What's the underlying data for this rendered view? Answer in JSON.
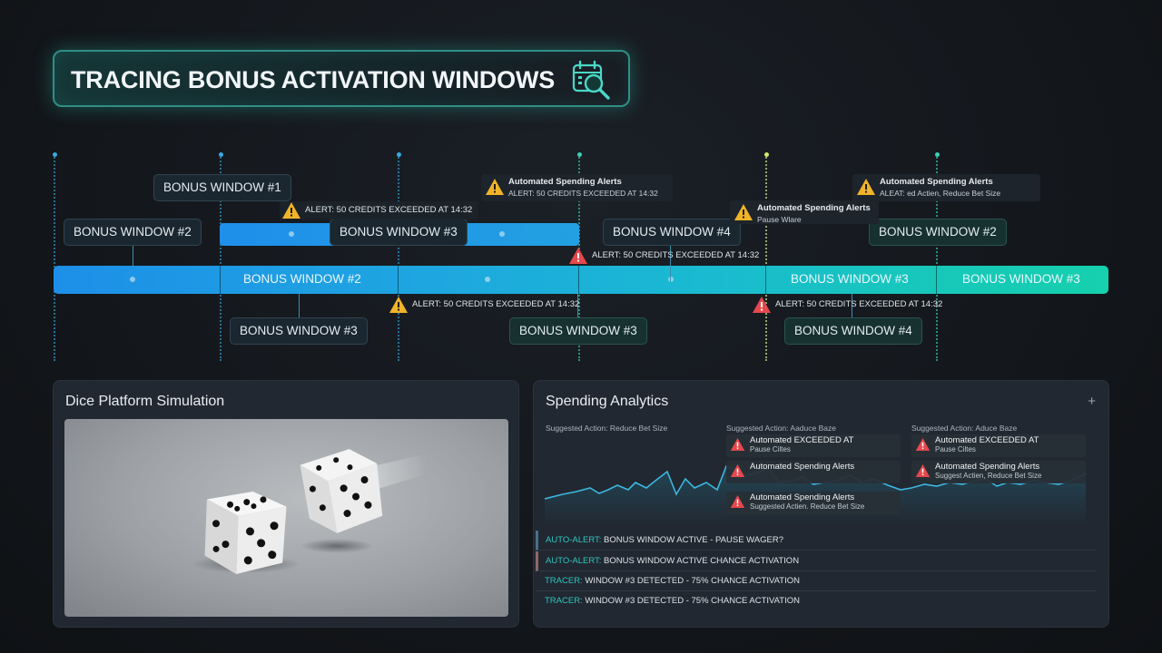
{
  "title": "TRACING BONUS ACTIVATION WINDOWS",
  "title_icon": "calendar-search-icon",
  "colors": {
    "accent_teal": "#2f8f85",
    "track_start": "#1d8fe8",
    "track_end": "#16d0ad",
    "alert_yellow": "#f0b429",
    "alert_red": "#e5484d"
  },
  "timeline": {
    "track_labels": [
      "BONUS WINDOW #2",
      "BONUS WINDOW #3",
      "BONUS WINDOW #3"
    ],
    "upper_pills": [
      "BONUS WINDOW #1",
      "BONUS WINDOW #2",
      "BONUS WINDOW #3",
      "BONUS WINDOW #4",
      "BONUS WINDOW #2"
    ],
    "lower_pills": [
      "BONUS WINDOW #3",
      "BONUS WINDOW #3",
      "BONUS WINDOW #4"
    ],
    "alerts": {
      "alert_1": "ALERT: 50 CREDITS EXCEEDED AT 14:32",
      "alert_2": "ALERT: 50 CREDITS EXCEEDED AT 14:32",
      "alert_3": "ALERT: 50 CREDITS EXCEEDED AT 14:32",
      "alert_4": "ALERT: 50 CREDITS EXCEEDED AT 14:32",
      "box_1": {
        "title": "Automated Spending Alerts",
        "body": "ALERT: 50 CREDITS EXCEEDED AT 14:32"
      },
      "box_2": {
        "title": "Automated Spending Alerts",
        "body": "Pause Wlare"
      },
      "box_3": {
        "title": "Automated Spending Alerts",
        "body": "ALEAT: ed Actien, Reduce Bet Size"
      }
    }
  },
  "dice_panel": {
    "title": "Dice Platform Simulation"
  },
  "analytics_panel": {
    "title": "Spending Analytics",
    "add_icon": "plus-icon",
    "add_symbol": "+",
    "col_labels": [
      "Suggested Action: Reduce Bet Size",
      "Suggested Action: Aaduce Baze",
      "Suggested Action: Aduce Baze"
    ],
    "mini_alerts": [
      {
        "title": "Automated EXCEEDED AT",
        "body": "Pause Ciltes"
      },
      {
        "title": "Automated Spending Alerts",
        "body": ""
      },
      {
        "title": "Automated Spending Alerts",
        "body": "Suggested Actien. Reduce Bet Size"
      },
      {
        "title": "Automated EXCEEDED AT",
        "body": "Pause Ciltes"
      },
      {
        "title": "Automated Spending Alerts",
        "body": "Suggest Actien, Reduce Bet Size"
      }
    ],
    "log": [
      {
        "tag": "AUTO-ALERT:",
        "text": " BONUS WINDOW ACTIVE - PAUSE WAGER?"
      },
      {
        "tag": "AUTO-ALERT:",
        "text": " BONUS WINDOW ACTIVE CHANCE ACTIVATION"
      },
      {
        "tag": "TRACER:",
        "text": " WINDOW #3 DETECTED - 75% CHANCE ACTIVATION"
      },
      {
        "tag": "TRACER:",
        "text": " WINDOW #3 DETECTED - 75% CHANCE ACTIVATION"
      }
    ]
  }
}
